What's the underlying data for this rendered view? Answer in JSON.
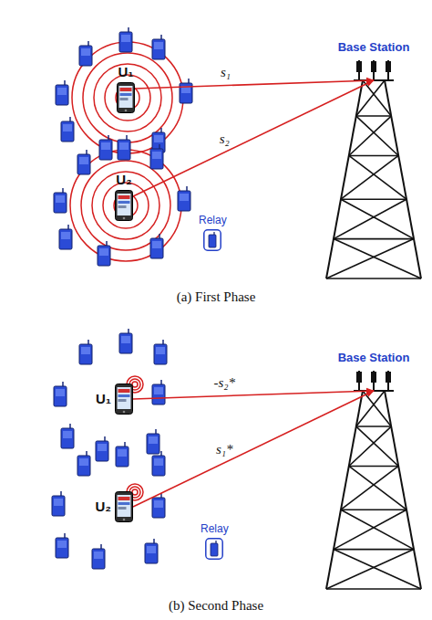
{
  "diagram": {
    "nodes": [
      {
        "text": [
          "U₁"
        ]
      },
      {
        "text": [
          "U₂"
        ]
      },
      {
        "text": [
          "Base Station"
        ]
      },
      {
        "text": [
          "Relay"
        ]
      },
      {
        "text": [
          "U₁"
        ]
      },
      {
        "text": [
          "U₂"
        ]
      },
      {
        "text": [
          "Base Station"
        ]
      },
      {
        "text": [
          "Relay"
        ]
      }
    ],
    "edges": [
      {
        "from": 0,
        "to": 2,
        "label": "s₁",
        "arrow": "to"
      },
      {
        "from": 1,
        "to": 2,
        "label": "s₂",
        "arrow": "to"
      },
      {
        "from": 4,
        "to": 6,
        "label": "-s₂*",
        "arrow": "to"
      },
      {
        "from": 5,
        "to": 6,
        "label": "s₁*",
        "arrow": "to"
      }
    ],
    "labels": [
      "(a) First Phase",
      "(b) Second Phase"
    ]
  }
}
